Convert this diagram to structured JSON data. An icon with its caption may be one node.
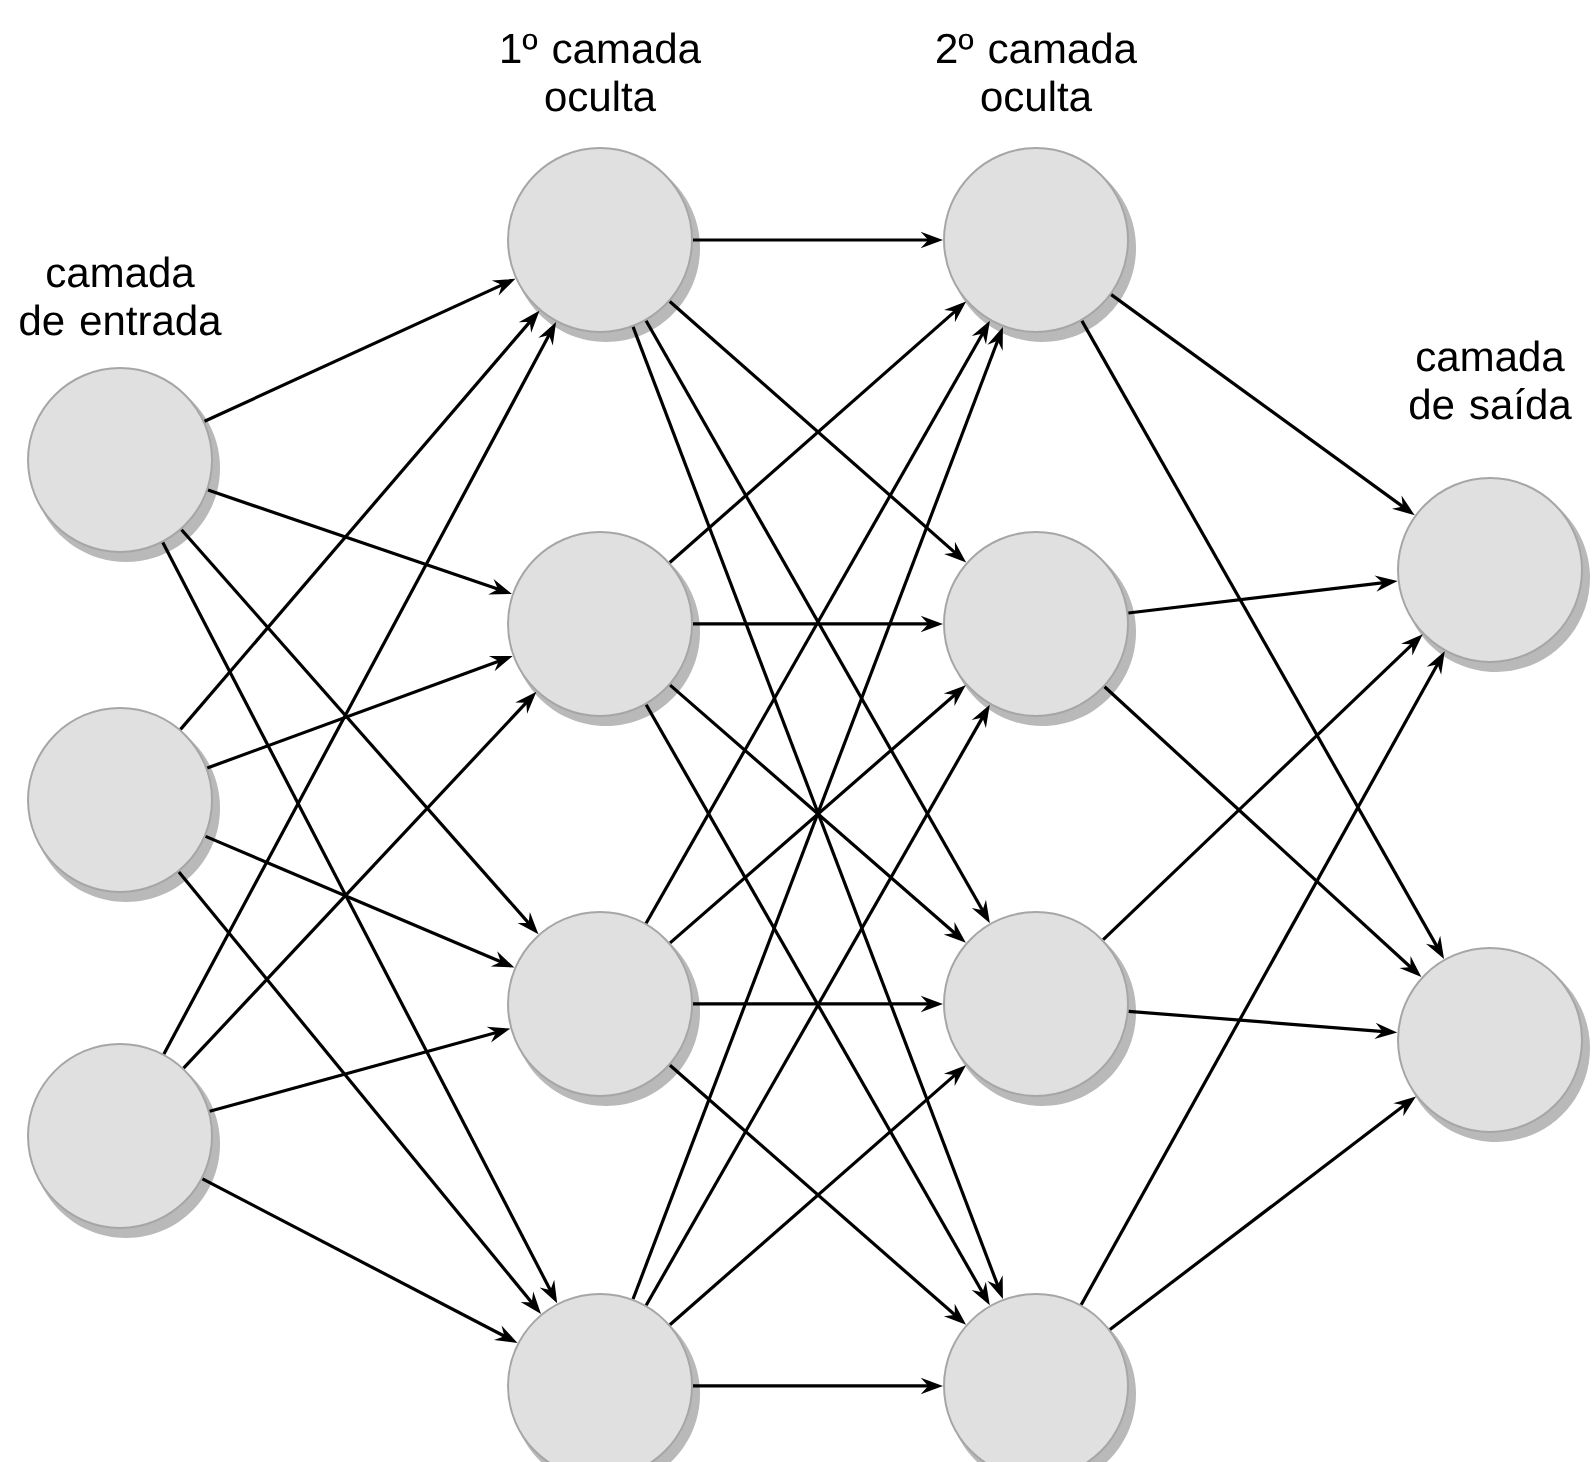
{
  "diagram": {
    "nodes": [
      {
        "text": [],
        "shape": "circle"
      },
      {
        "text": [],
        "shape": "circle"
      },
      {
        "text": [],
        "shape": "circle"
      },
      {
        "text": [],
        "shape": "circle"
      },
      {
        "text": [],
        "shape": "circle"
      },
      {
        "text": [],
        "shape": "circle"
      },
      {
        "text": [],
        "shape": "circle"
      },
      {
        "text": [],
        "shape": "circle"
      },
      {
        "text": [],
        "shape": "circle"
      },
      {
        "text": [],
        "shape": "circle"
      },
      {
        "text": [],
        "shape": "circle"
      },
      {
        "text": [],
        "shape": "circle"
      },
      {
        "text": [],
        "shape": "circle"
      }
    ],
    "edges": [
      {
        "from": 0,
        "to": 3,
        "arrow": "to"
      },
      {
        "from": 0,
        "to": 4,
        "arrow": "to"
      },
      {
        "from": 0,
        "to": 5,
        "arrow": "to"
      },
      {
        "from": 0,
        "to": 6,
        "arrow": "to"
      },
      {
        "from": 1,
        "to": 3,
        "arrow": "to"
      },
      {
        "from": 1,
        "to": 4,
        "arrow": "to"
      },
      {
        "from": 1,
        "to": 5,
        "arrow": "to"
      },
      {
        "from": 1,
        "to": 6,
        "arrow": "to"
      },
      {
        "from": 2,
        "to": 3,
        "arrow": "to"
      },
      {
        "from": 2,
        "to": 4,
        "arrow": "to"
      },
      {
        "from": 2,
        "to": 5,
        "arrow": "to"
      },
      {
        "from": 2,
        "to": 6,
        "arrow": "to"
      },
      {
        "from": 3,
        "to": 7,
        "arrow": "to"
      },
      {
        "from": 3,
        "to": 8,
        "arrow": "to"
      },
      {
        "from": 3,
        "to": 9,
        "arrow": "to"
      },
      {
        "from": 3,
        "to": 10,
        "arrow": "to"
      },
      {
        "from": 4,
        "to": 7,
        "arrow": "to"
      },
      {
        "from": 4,
        "to": 8,
        "arrow": "to"
      },
      {
        "from": 4,
        "to": 9,
        "arrow": "to"
      },
      {
        "from": 4,
        "to": 10,
        "arrow": "to"
      },
      {
        "from": 5,
        "to": 7,
        "arrow": "to"
      },
      {
        "from": 5,
        "to": 8,
        "arrow": "to"
      },
      {
        "from": 5,
        "to": 9,
        "arrow": "to"
      },
      {
        "from": 5,
        "to": 10,
        "arrow": "to"
      },
      {
        "from": 6,
        "to": 7,
        "arrow": "to"
      },
      {
        "from": 6,
        "to": 8,
        "arrow": "to"
      },
      {
        "from": 6,
        "to": 9,
        "arrow": "to"
      },
      {
        "from": 6,
        "to": 10,
        "arrow": "to"
      },
      {
        "from": 7,
        "to": 11,
        "arrow": "to"
      },
      {
        "from": 7,
        "to": 12,
        "arrow": "to"
      },
      {
        "from": 8,
        "to": 11,
        "arrow": "to"
      },
      {
        "from": 8,
        "to": 12,
        "arrow": "to"
      },
      {
        "from": 9,
        "to": 11,
        "arrow": "to"
      },
      {
        "from": 9,
        "to": 12,
        "arrow": "to"
      },
      {
        "from": 10,
        "to": 11,
        "arrow": "to"
      },
      {
        "from": 10,
        "to": 12,
        "arrow": "to"
      }
    ],
    "labels": [
      "1º camada oculta",
      "2º camada oculta",
      "camada de entrada",
      "camada de saída"
    ]
  }
}
